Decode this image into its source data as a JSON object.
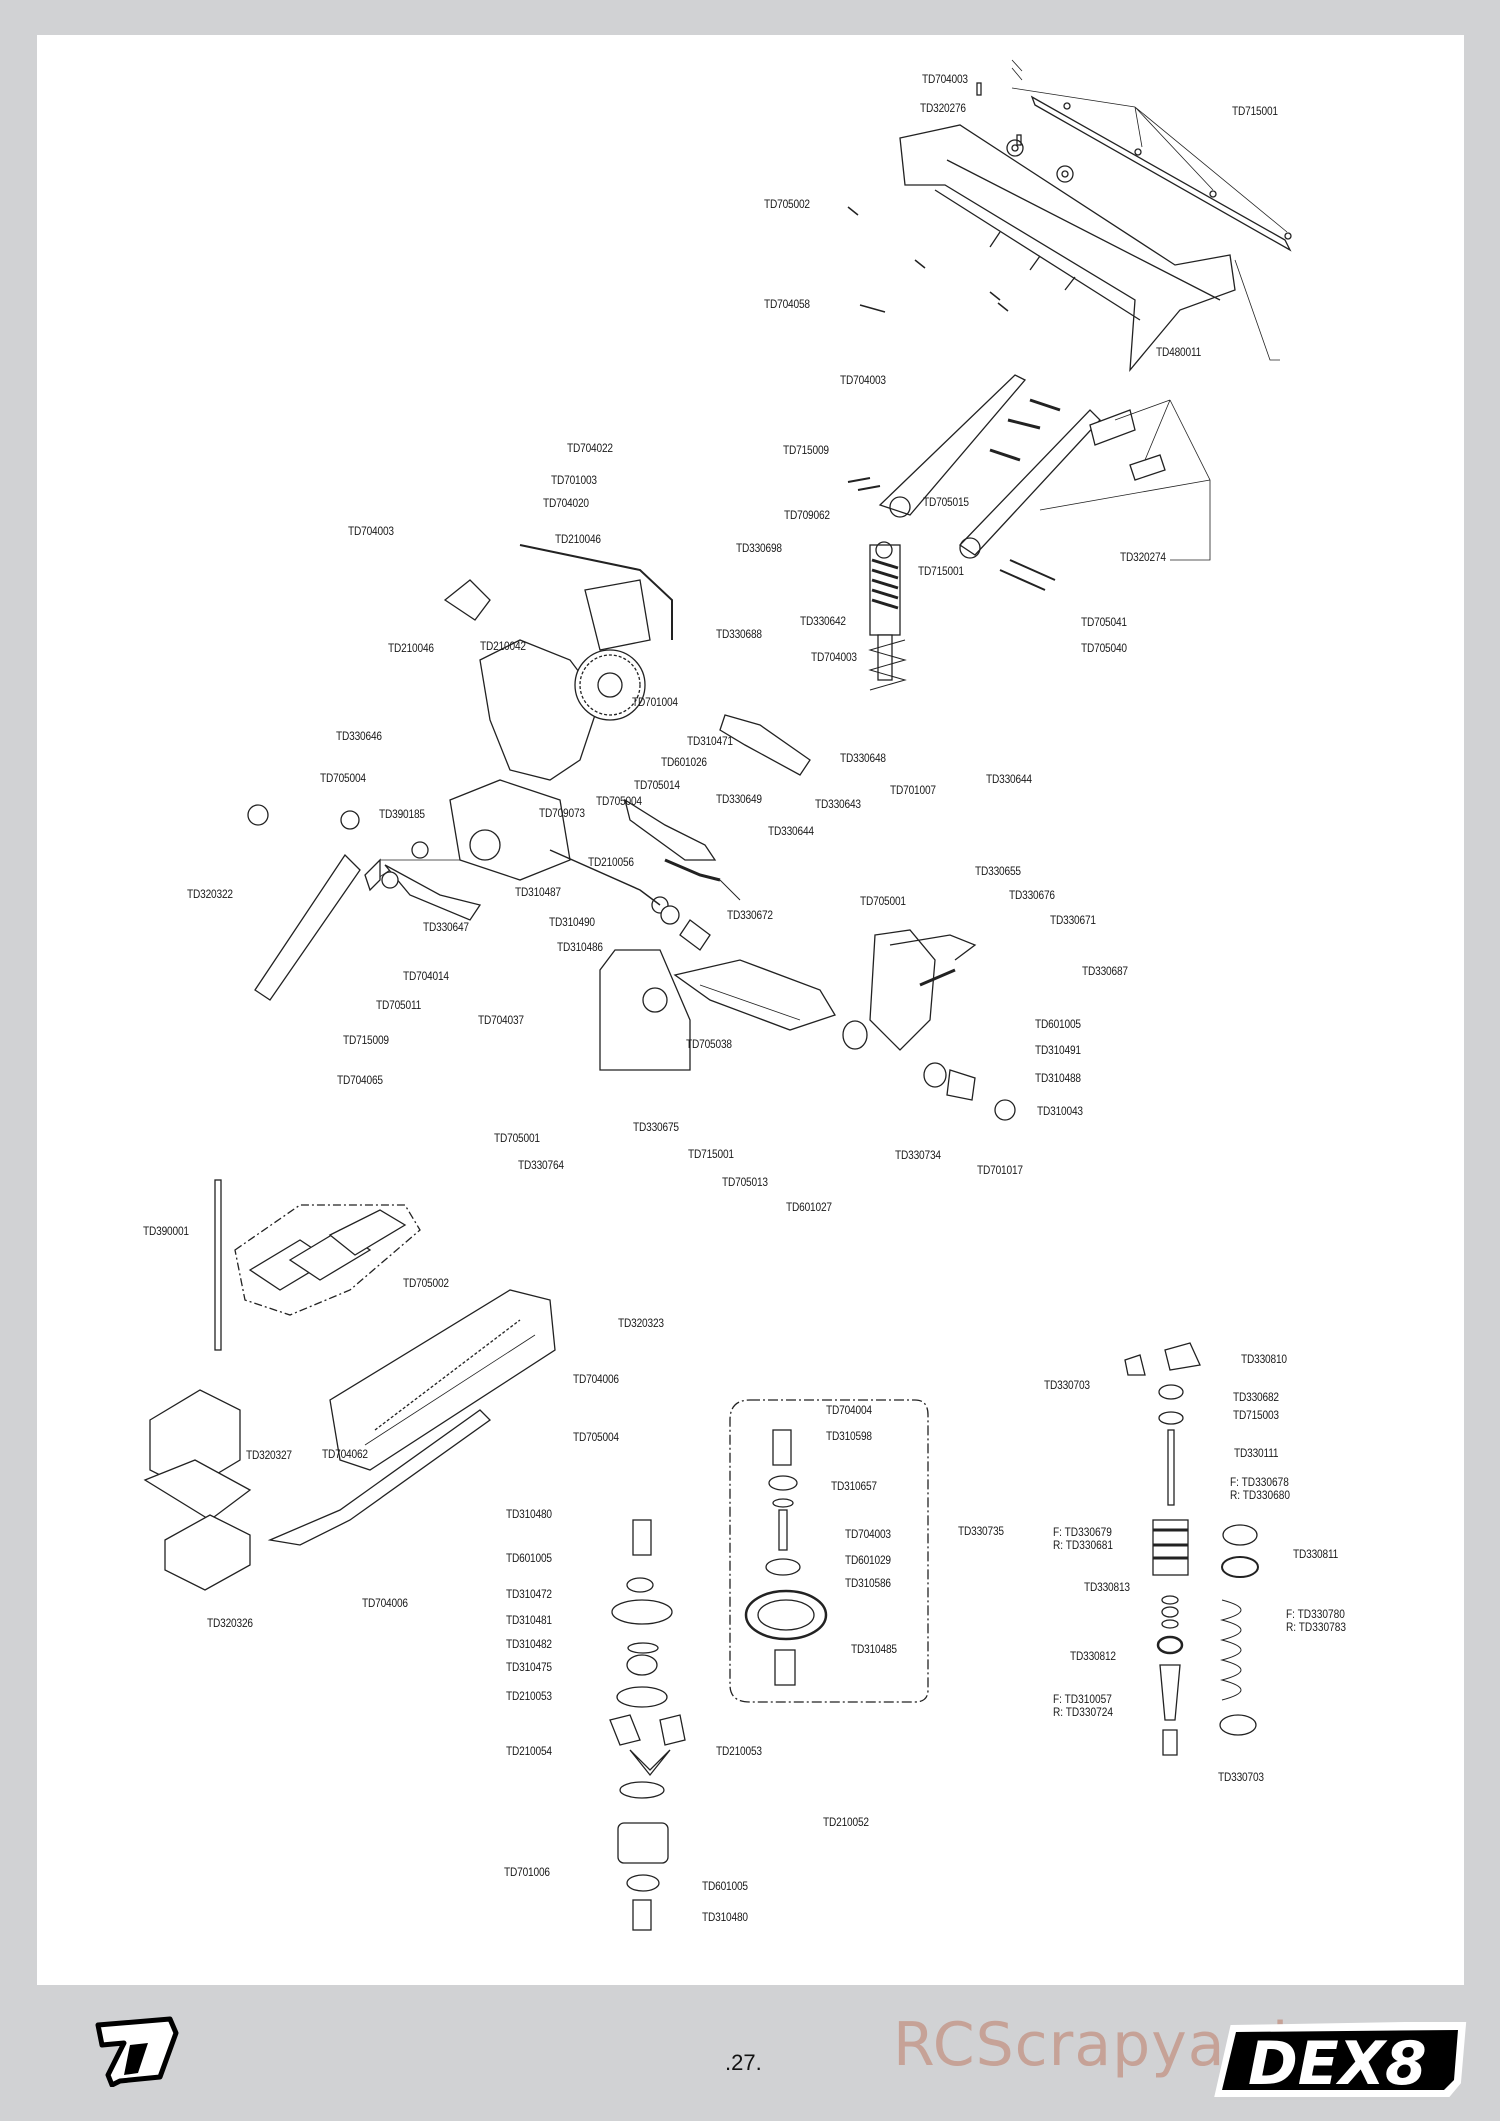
{
  "page": {
    "page_number": ".27.",
    "watermark": "RCScrapyard.net",
    "brand_logo": "TD",
    "model_logo": "DEX8",
    "colors": {
      "frame": "#d1d2d4",
      "sheet": "#ffffff",
      "ink": "#1a1a1a",
      "watermark": "#be826e"
    }
  },
  "wing_section": {
    "labels": [
      "TD704003",
      "TD320276",
      "TD715001",
      "TD705002",
      "TD704058",
      "TD480011"
    ]
  },
  "wing_mount_section": {
    "labels": [
      "TD704003",
      "TD715009",
      "TD705015",
      "TD320274",
      "TD715001",
      "TD709062",
      "TD330642",
      "TD705041",
      "TD705040"
    ]
  },
  "rear_gearbox_section": {
    "labels": [
      "TD704022",
      "TD701003",
      "TD704020",
      "TD210046",
      "TD704003",
      "TD330698",
      "TD210046",
      "TD210042",
      "TD330688",
      "TD701004",
      "TD704003",
      "TD330646",
      "TD310471",
      "TD601026",
      "TD705014",
      "TD705004",
      "TD330648",
      "TD330643",
      "TD330649",
      "TD701007",
      "TD330644",
      "TD709073",
      "TD330644",
      "TD210056",
      "TD705004",
      "TD390185",
      "TD320322",
      "TD310487",
      "TD330647",
      "TD330672",
      "TD310490",
      "TD310486",
      "TD704014",
      "TD705011",
      "TD704037",
      "TD715009",
      "TD704065"
    ]
  },
  "rear_suspension_section": {
    "labels": [
      "TD705001",
      "TD330655",
      "TD330676",
      "TD330671",
      "TD330687",
      "TD601005",
      "TD310491",
      "TD310488",
      "TD310043",
      "TD705038",
      "TD705001",
      "TD330675",
      "TD330764",
      "TD715001",
      "TD705013",
      "TD601027",
      "TD330734",
      "TD701017"
    ]
  },
  "radio_tray_section": {
    "labels": [
      "TD390001",
      "TD705002",
      "TD320323",
      "TD704006",
      "TD704062",
      "TD320327",
      "TD704006",
      "TD320326"
    ]
  },
  "center_diff_section": {
    "labels": [
      "TD705004",
      "TD310480",
      "TD601005",
      "TD310472",
      "TD310481",
      "TD310482",
      "TD310475",
      "TD210053",
      "TD210054",
      "TD210053",
      "TD210052",
      "TD701006",
      "TD601005",
      "TD310480"
    ]
  },
  "spur_gear_section": {
    "labels": [
      "TD704004",
      "TD310598",
      "TD310657",
      "TD704003",
      "TD601029",
      "TD310586",
      "TD310485"
    ]
  },
  "shock_section": {
    "labels": [
      "TD330810",
      "TD330703",
      "TD330682",
      "TD715003",
      "TD330111",
      "F: TD330678\nR: TD330680",
      "TD330735",
      "F: TD330679\nR: TD330681",
      "TD330811",
      "TD330813",
      "F: TD330780\nR: TD330783",
      "TD330812",
      "F: TD310057\nR: TD330724",
      "TD330703"
    ]
  }
}
